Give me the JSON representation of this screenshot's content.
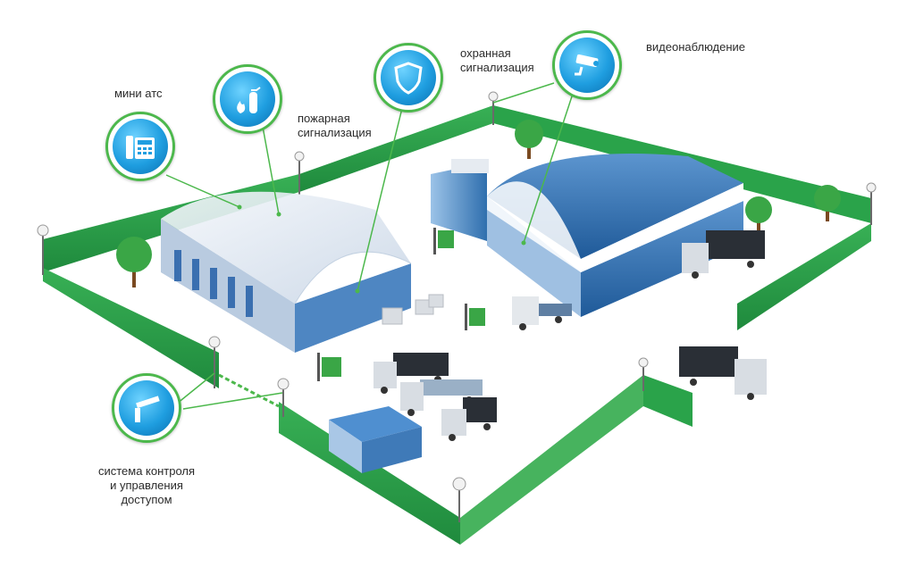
{
  "labels": {
    "mini_ats": "мини атс",
    "fire_line1": "пожарная",
    "fire_line2": "сигнализация",
    "security_line1": "охранная",
    "security_line2": "сигнализация",
    "video": "видеонаблюдение",
    "access_line1": "система контроля",
    "access_line2": "и управления",
    "access_line3": "доступом"
  },
  "icons": {
    "mini_ats": "phone-icon",
    "fire": "fire-extinguisher-icon",
    "security": "shield-icon",
    "video": "cctv-camera-icon",
    "access": "barrier-gate-icon"
  },
  "colors": {
    "fence": "#2e9e4a",
    "fence_dark": "#1d7a36",
    "badge_ring": "#4cb84c",
    "badge_fill": "#1f9ee0",
    "building": "#3d7fc0",
    "roof": "#e8eef5"
  }
}
